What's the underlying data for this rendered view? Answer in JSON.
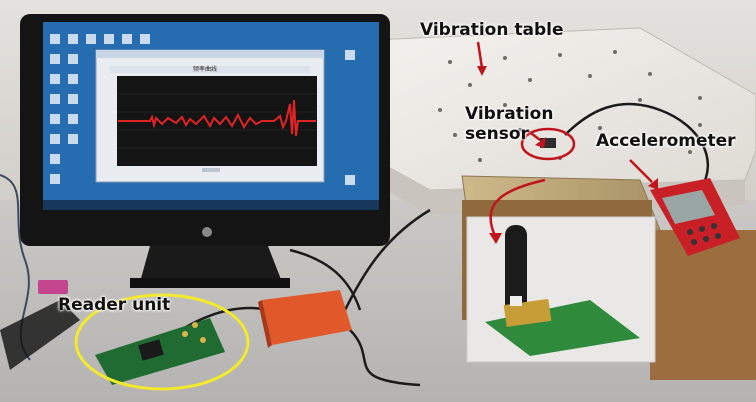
{
  "labels": {
    "vibration_table": "Vibration table",
    "vibration_sensor": "Vibration\nsensor",
    "accelerometer": "Accelerometer",
    "reader_unit": "Reader unit"
  },
  "screen": {
    "window_title": "频率曲线"
  },
  "colors": {
    "annotation_arrow": "#c0141e",
    "reader_highlight": "#f2ea2a",
    "signal_trace": "#e02424"
  }
}
